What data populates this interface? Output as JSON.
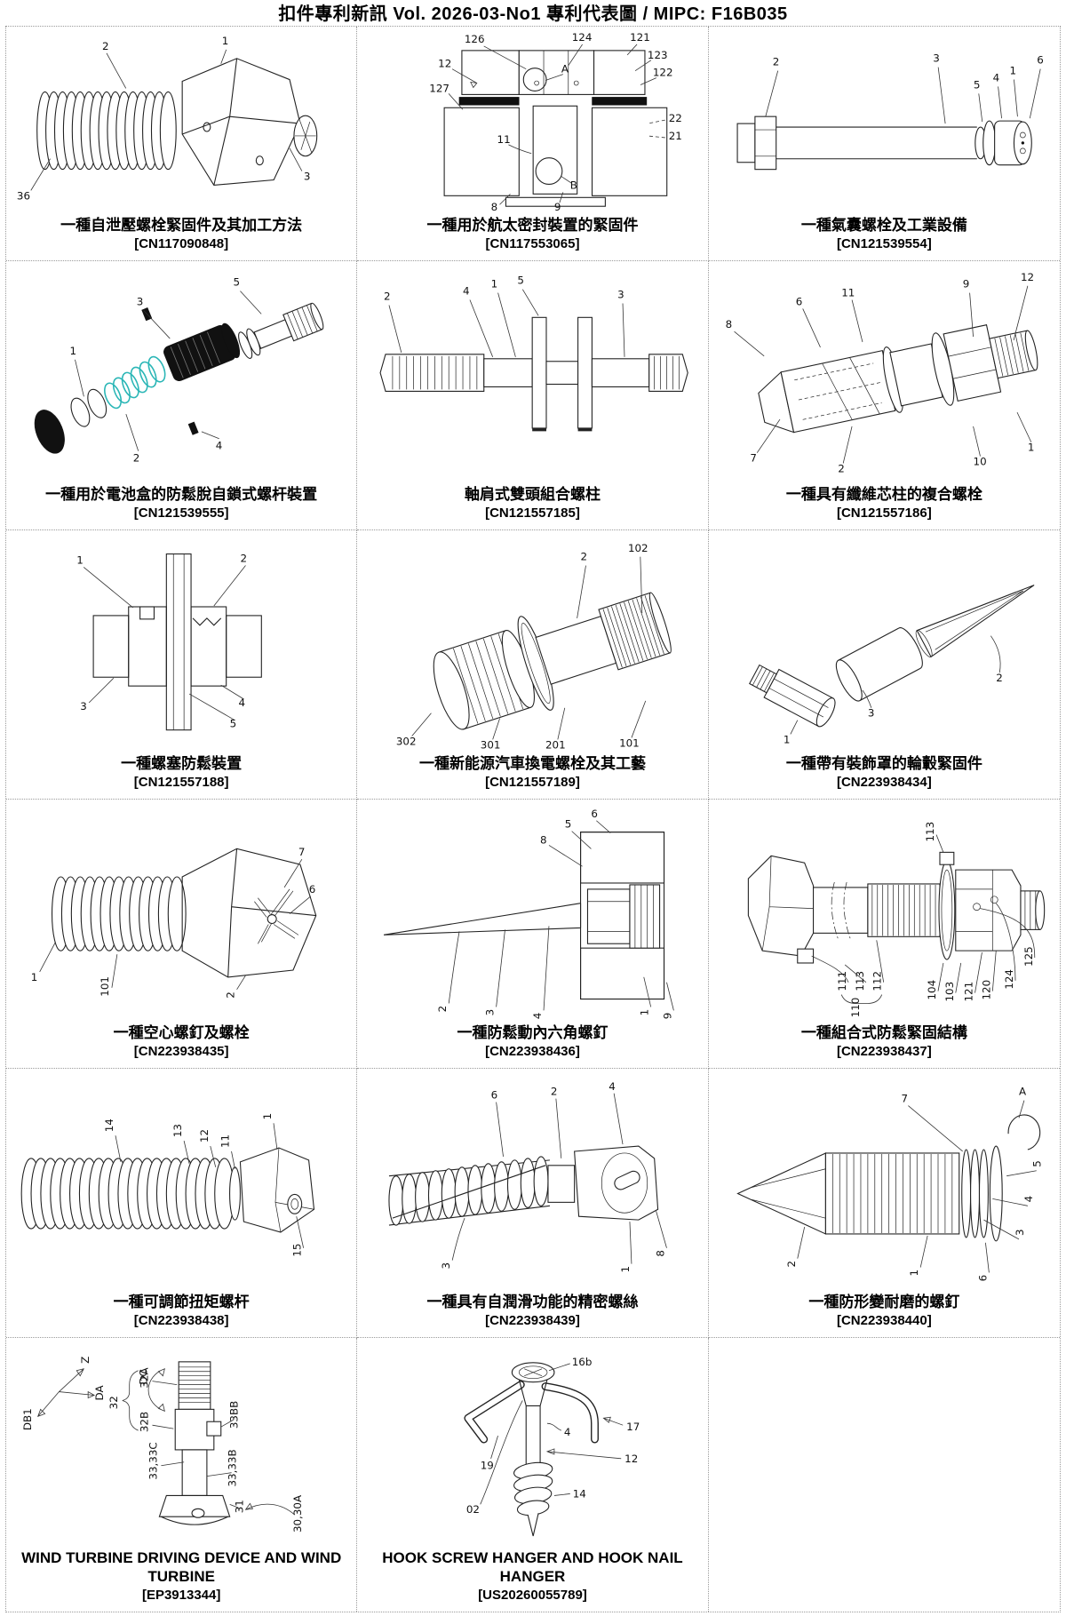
{
  "header": {
    "title": "扣件專利新訊  Vol. 2026-03-No1  專利代表圖  /  MIPC:  F16B035"
  },
  "cells": [
    {
      "title": "一種自泄壓螺栓緊固件及其加工方法",
      "patent": "[CN117090848]",
      "labels": [
        "2",
        "1",
        "3",
        "36"
      ]
    },
    {
      "title": "一種用於航太密封裝置的緊固件",
      "patent": "[CN117553065]",
      "labels": [
        "126",
        "12",
        "127",
        "124",
        "121",
        "123",
        "122",
        "A",
        "11",
        "B",
        "22",
        "21",
        "9",
        "8"
      ]
    },
    {
      "title": "一種氣囊螺栓及工業設備",
      "patent": "[CN121539554]",
      "labels": [
        "2",
        "3",
        "5",
        "4",
        "1",
        "6"
      ]
    },
    {
      "title": "一種用於電池盒的防鬆脫自鎖式螺杆裝置",
      "patent": "[CN121539555]",
      "labels": [
        "1",
        "3",
        "5",
        "2",
        "4"
      ]
    },
    {
      "title": "軸肩式雙頭組合螺柱",
      "patent": "[CN121557185]",
      "labels": [
        "2",
        "4",
        "1",
        "5",
        "3"
      ]
    },
    {
      "title": "一種具有纖維芯柱的複合螺栓",
      "patent": "[CN121557186]",
      "labels": [
        "8",
        "6",
        "11",
        "9",
        "12",
        "7",
        "2",
        "10",
        "1"
      ]
    },
    {
      "title": "一種螺塞防鬆裝置",
      "patent": "[CN121557188]",
      "labels": [
        "1",
        "2",
        "3",
        "4",
        "5"
      ]
    },
    {
      "title": "一種新能源汽車換電螺栓及其工藝",
      "patent": "[CN121557189]",
      "labels": [
        "2",
        "102",
        "302",
        "301",
        "201",
        "101"
      ]
    },
    {
      "title": "一種帶有裝飾罩的輪轂緊固件",
      "patent": "[CN223938434]",
      "labels": [
        "1",
        "3",
        "2"
      ]
    },
    {
      "title": "一種空心螺釘及螺栓",
      "patent": "[CN223938435]",
      "labels": [
        "7",
        "6",
        "1",
        "101",
        "2"
      ]
    },
    {
      "title": "一種防鬆動內六角螺釘",
      "patent": "[CN223938436]",
      "labels": [
        "6",
        "5",
        "8",
        "2",
        "3",
        "4",
        "1",
        "9"
      ]
    },
    {
      "title": "一種組合式防鬆緊固結構",
      "patent": "[CN223938437]",
      "labels": [
        "113",
        "111",
        "113",
        "112",
        "110",
        "104",
        "103",
        "121",
        "120",
        "124",
        "125"
      ]
    },
    {
      "title": "一種可調節扭矩螺杆",
      "patent": "[CN223938438]",
      "labels": [
        "14",
        "13",
        "12",
        "11",
        "1",
        "15"
      ]
    },
    {
      "title": "一種具有自潤滑功能的精密螺絲",
      "patent": "[CN223938439]",
      "labels": [
        "6",
        "2",
        "4",
        "3",
        "1",
        "8"
      ]
    },
    {
      "title": "一種防形變耐磨的螺釘",
      "patent": "[CN223938440]",
      "labels": [
        "7",
        "A",
        "5",
        "4",
        "3",
        "2",
        "1",
        "6"
      ]
    },
    {
      "title": "WIND TURBINE DRIVING DEVICE AND WIND TURBINE",
      "patent": "[EP3913344]",
      "labels": [
        "Z",
        "DA",
        "DB1",
        "DC",
        "32A",
        "32B",
        "32",
        "33BB",
        "33,33C",
        "33,33B",
        "31",
        "30,30A"
      ]
    },
    {
      "title": "HOOK SCREW HANGER AND HOOK NAIL HANGER",
      "patent": "[US20260055789]",
      "labels": [
        "16b",
        "17",
        "4",
        "12",
        "19",
        "14",
        "02"
      ]
    },
    {
      "title": "",
      "patent": "",
      "labels": []
    }
  ]
}
